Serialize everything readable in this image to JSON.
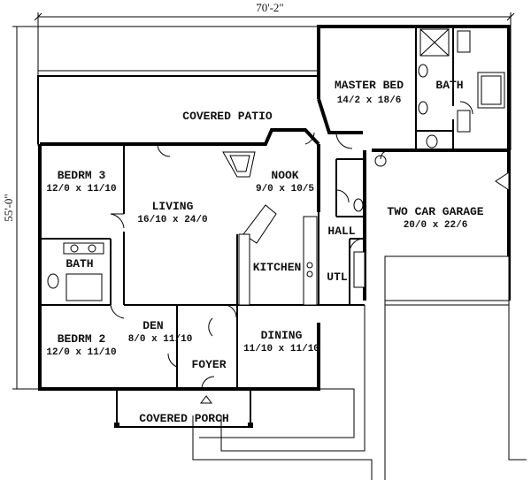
{
  "plan": {
    "overall_width": "70'-2\"",
    "overall_depth": "55'-0\"",
    "rooms": {
      "master_bed": {
        "name": "MASTER BED",
        "size": "14/2 x 18/6"
      },
      "master_bath": {
        "name": "BATH"
      },
      "covered_patio": {
        "name": "COVERED PATIO"
      },
      "bedrm3": {
        "name": "BEDRM 3",
        "size": "12/0 x 11/10"
      },
      "living": {
        "name": "LIVING",
        "size": "16/10 x 24/0"
      },
      "nook": {
        "name": "NOOK",
        "size": "9/0 x 10/5"
      },
      "garage": {
        "name": "TWO CAR GARAGE",
        "size": "20/0 x 22/6"
      },
      "hall": {
        "name": "HALL"
      },
      "bath": {
        "name": "BATH"
      },
      "kitchen": {
        "name": "KITCHEN"
      },
      "utl": {
        "name": "UTL"
      },
      "bedrm2": {
        "name": "BEDRM 2",
        "size": "12/0 x 11/10"
      },
      "den": {
        "name": "DEN",
        "size": "8/0 x 11/10"
      },
      "dining": {
        "name": "DINING",
        "size": "11/10 x 11/10"
      },
      "foyer": {
        "name": "FOYER"
      },
      "covered_porch": {
        "name": "COVERED PORCH"
      }
    }
  }
}
